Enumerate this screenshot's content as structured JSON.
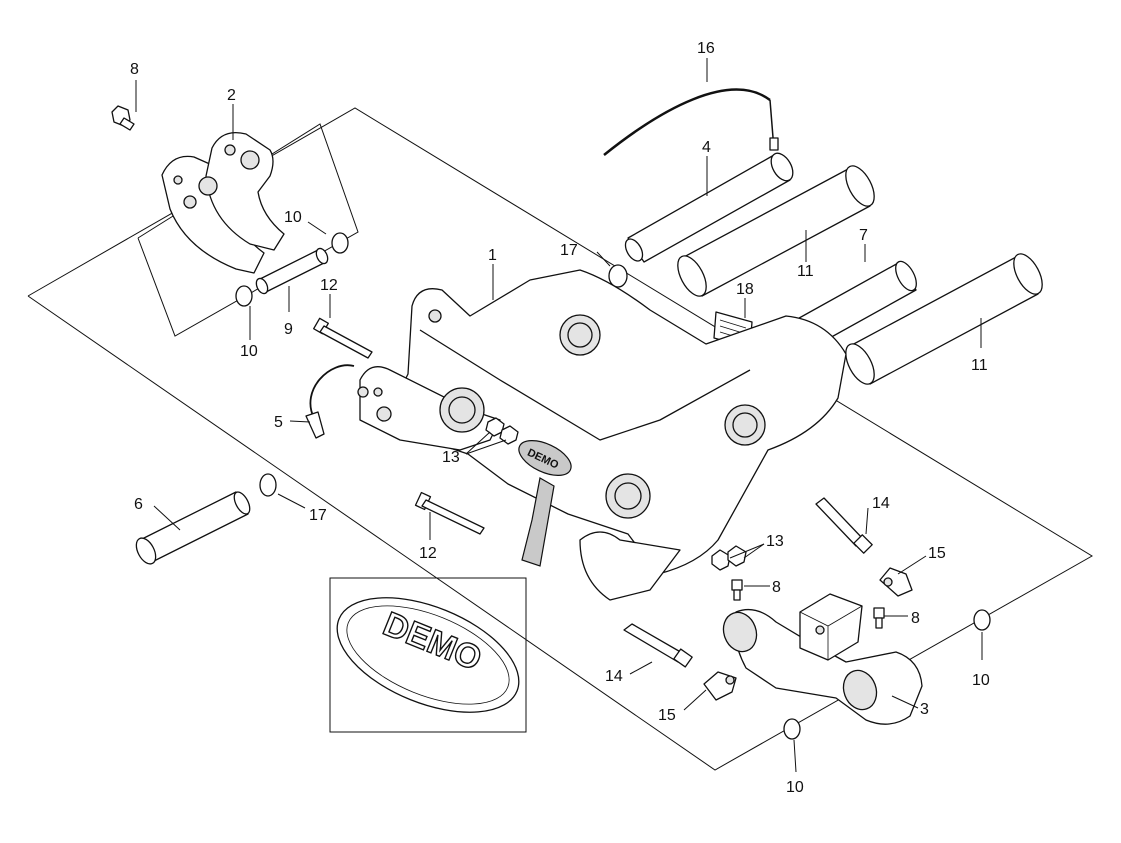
{
  "callouts": [
    {
      "id": "c-16",
      "text": "16"
    },
    {
      "id": "c-4",
      "text": "4"
    },
    {
      "id": "c-8a",
      "text": "8"
    },
    {
      "id": "c-2",
      "text": "2"
    },
    {
      "id": "c-10a",
      "text": "10"
    },
    {
      "id": "c-9",
      "text": "9"
    },
    {
      "id": "c-10b",
      "text": "10"
    },
    {
      "id": "c-12a",
      "text": "12"
    },
    {
      "id": "c-1",
      "text": "1"
    },
    {
      "id": "c-17a",
      "text": "17"
    },
    {
      "id": "c-11a",
      "text": "11"
    },
    {
      "id": "c-7",
      "text": "7"
    },
    {
      "id": "c-18",
      "text": "18"
    },
    {
      "id": "c-11b",
      "text": "11"
    },
    {
      "id": "c-5",
      "text": "5"
    },
    {
      "id": "c-13a",
      "text": "13"
    },
    {
      "id": "c-6",
      "text": "6"
    },
    {
      "id": "c-17b",
      "text": "17"
    },
    {
      "id": "c-12b",
      "text": "12"
    },
    {
      "id": "c-14a",
      "text": "14"
    },
    {
      "id": "c-15a",
      "text": "15"
    },
    {
      "id": "c-13b",
      "text": "13"
    },
    {
      "id": "c-8b",
      "text": "8"
    },
    {
      "id": "c-8c",
      "text": "8"
    },
    {
      "id": "c-10c",
      "text": "10"
    },
    {
      "id": "c-14b",
      "text": "14"
    },
    {
      "id": "c-15b",
      "text": "15"
    },
    {
      "id": "c-3",
      "text": "3"
    },
    {
      "id": "c-10d",
      "text": "10"
    }
  ],
  "logo": {
    "text": "DEMO"
  }
}
